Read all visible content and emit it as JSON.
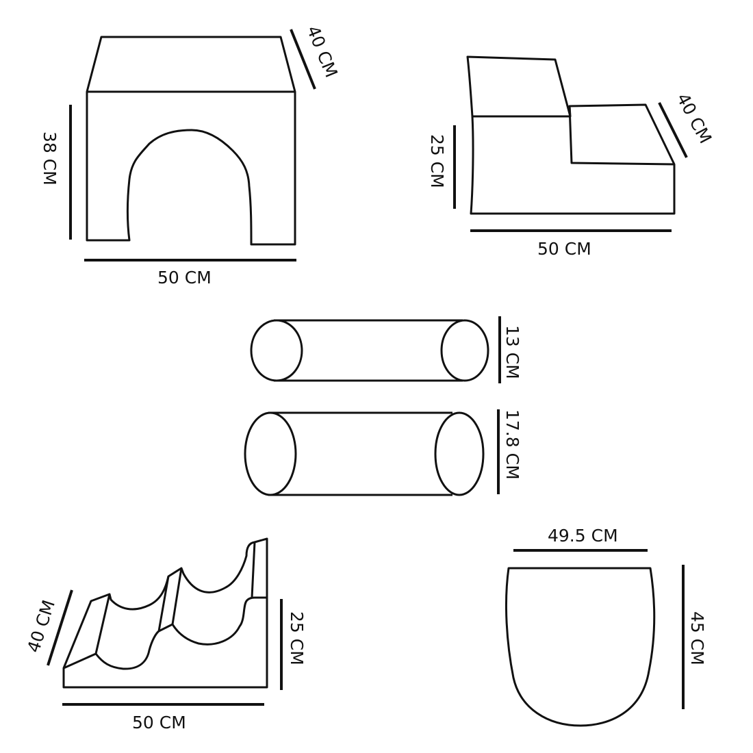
{
  "pieces": {
    "arch": {
      "width": "50 CM",
      "height": "38 CM",
      "depth": "40 CM"
    },
    "steps": {
      "width": "50 CM",
      "height": "25 CM",
      "depth": "40 CM"
    },
    "small_roll": {
      "diameter": "13 CM"
    },
    "large_roll": {
      "diameter": "17.8 CM"
    },
    "wave": {
      "width": "50 CM",
      "height": "25 CM",
      "depth": "40 CM"
    },
    "rounded_block": {
      "width": "49.5 CM",
      "height": "45 CM"
    }
  },
  "colors": {
    "stroke": "#111111",
    "background": "#ffffff"
  }
}
